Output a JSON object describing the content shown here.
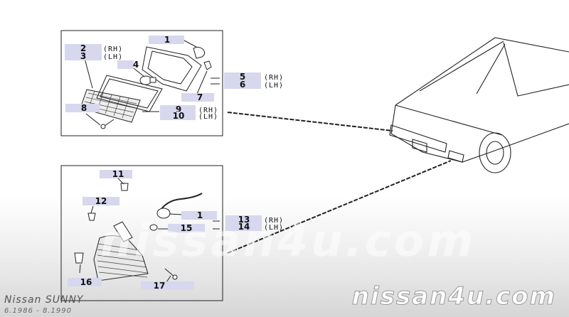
{
  "callouts": [
    {
      "id": "c1",
      "number": "1"
    },
    {
      "id": "c2",
      "number": "2",
      "side": "(RH)"
    },
    {
      "id": "c3",
      "number": "3",
      "side": "(LH)"
    },
    {
      "id": "c4",
      "number": "4"
    },
    {
      "id": "c5",
      "number": "5",
      "side": "(RH)"
    },
    {
      "id": "c6",
      "number": "6",
      "side": "(LH)"
    },
    {
      "id": "c7",
      "number": "7"
    },
    {
      "id": "c8",
      "number": "8"
    },
    {
      "id": "c9",
      "number": "9",
      "side": "(RH)"
    },
    {
      "id": "c10",
      "number": "10",
      "side": "(LH)"
    },
    {
      "id": "c11",
      "number": "11"
    },
    {
      "id": "c12",
      "number": "12"
    },
    {
      "id": "c1b",
      "number": "1"
    },
    {
      "id": "c13",
      "number": "13",
      "side": "(RH)"
    },
    {
      "id": "c14",
      "number": "14",
      "side": "(LH)"
    },
    {
      "id": "c15",
      "number": "15"
    },
    {
      "id": "c16",
      "number": "16"
    },
    {
      "id": "c17",
      "number": "17"
    }
  ],
  "watermark": {
    "center": "nissan4u.com",
    "corner": "nissan4u.com"
  },
  "model": {
    "name": "Nissan SUNNY",
    "years": "6.1986 - 8.1990"
  }
}
